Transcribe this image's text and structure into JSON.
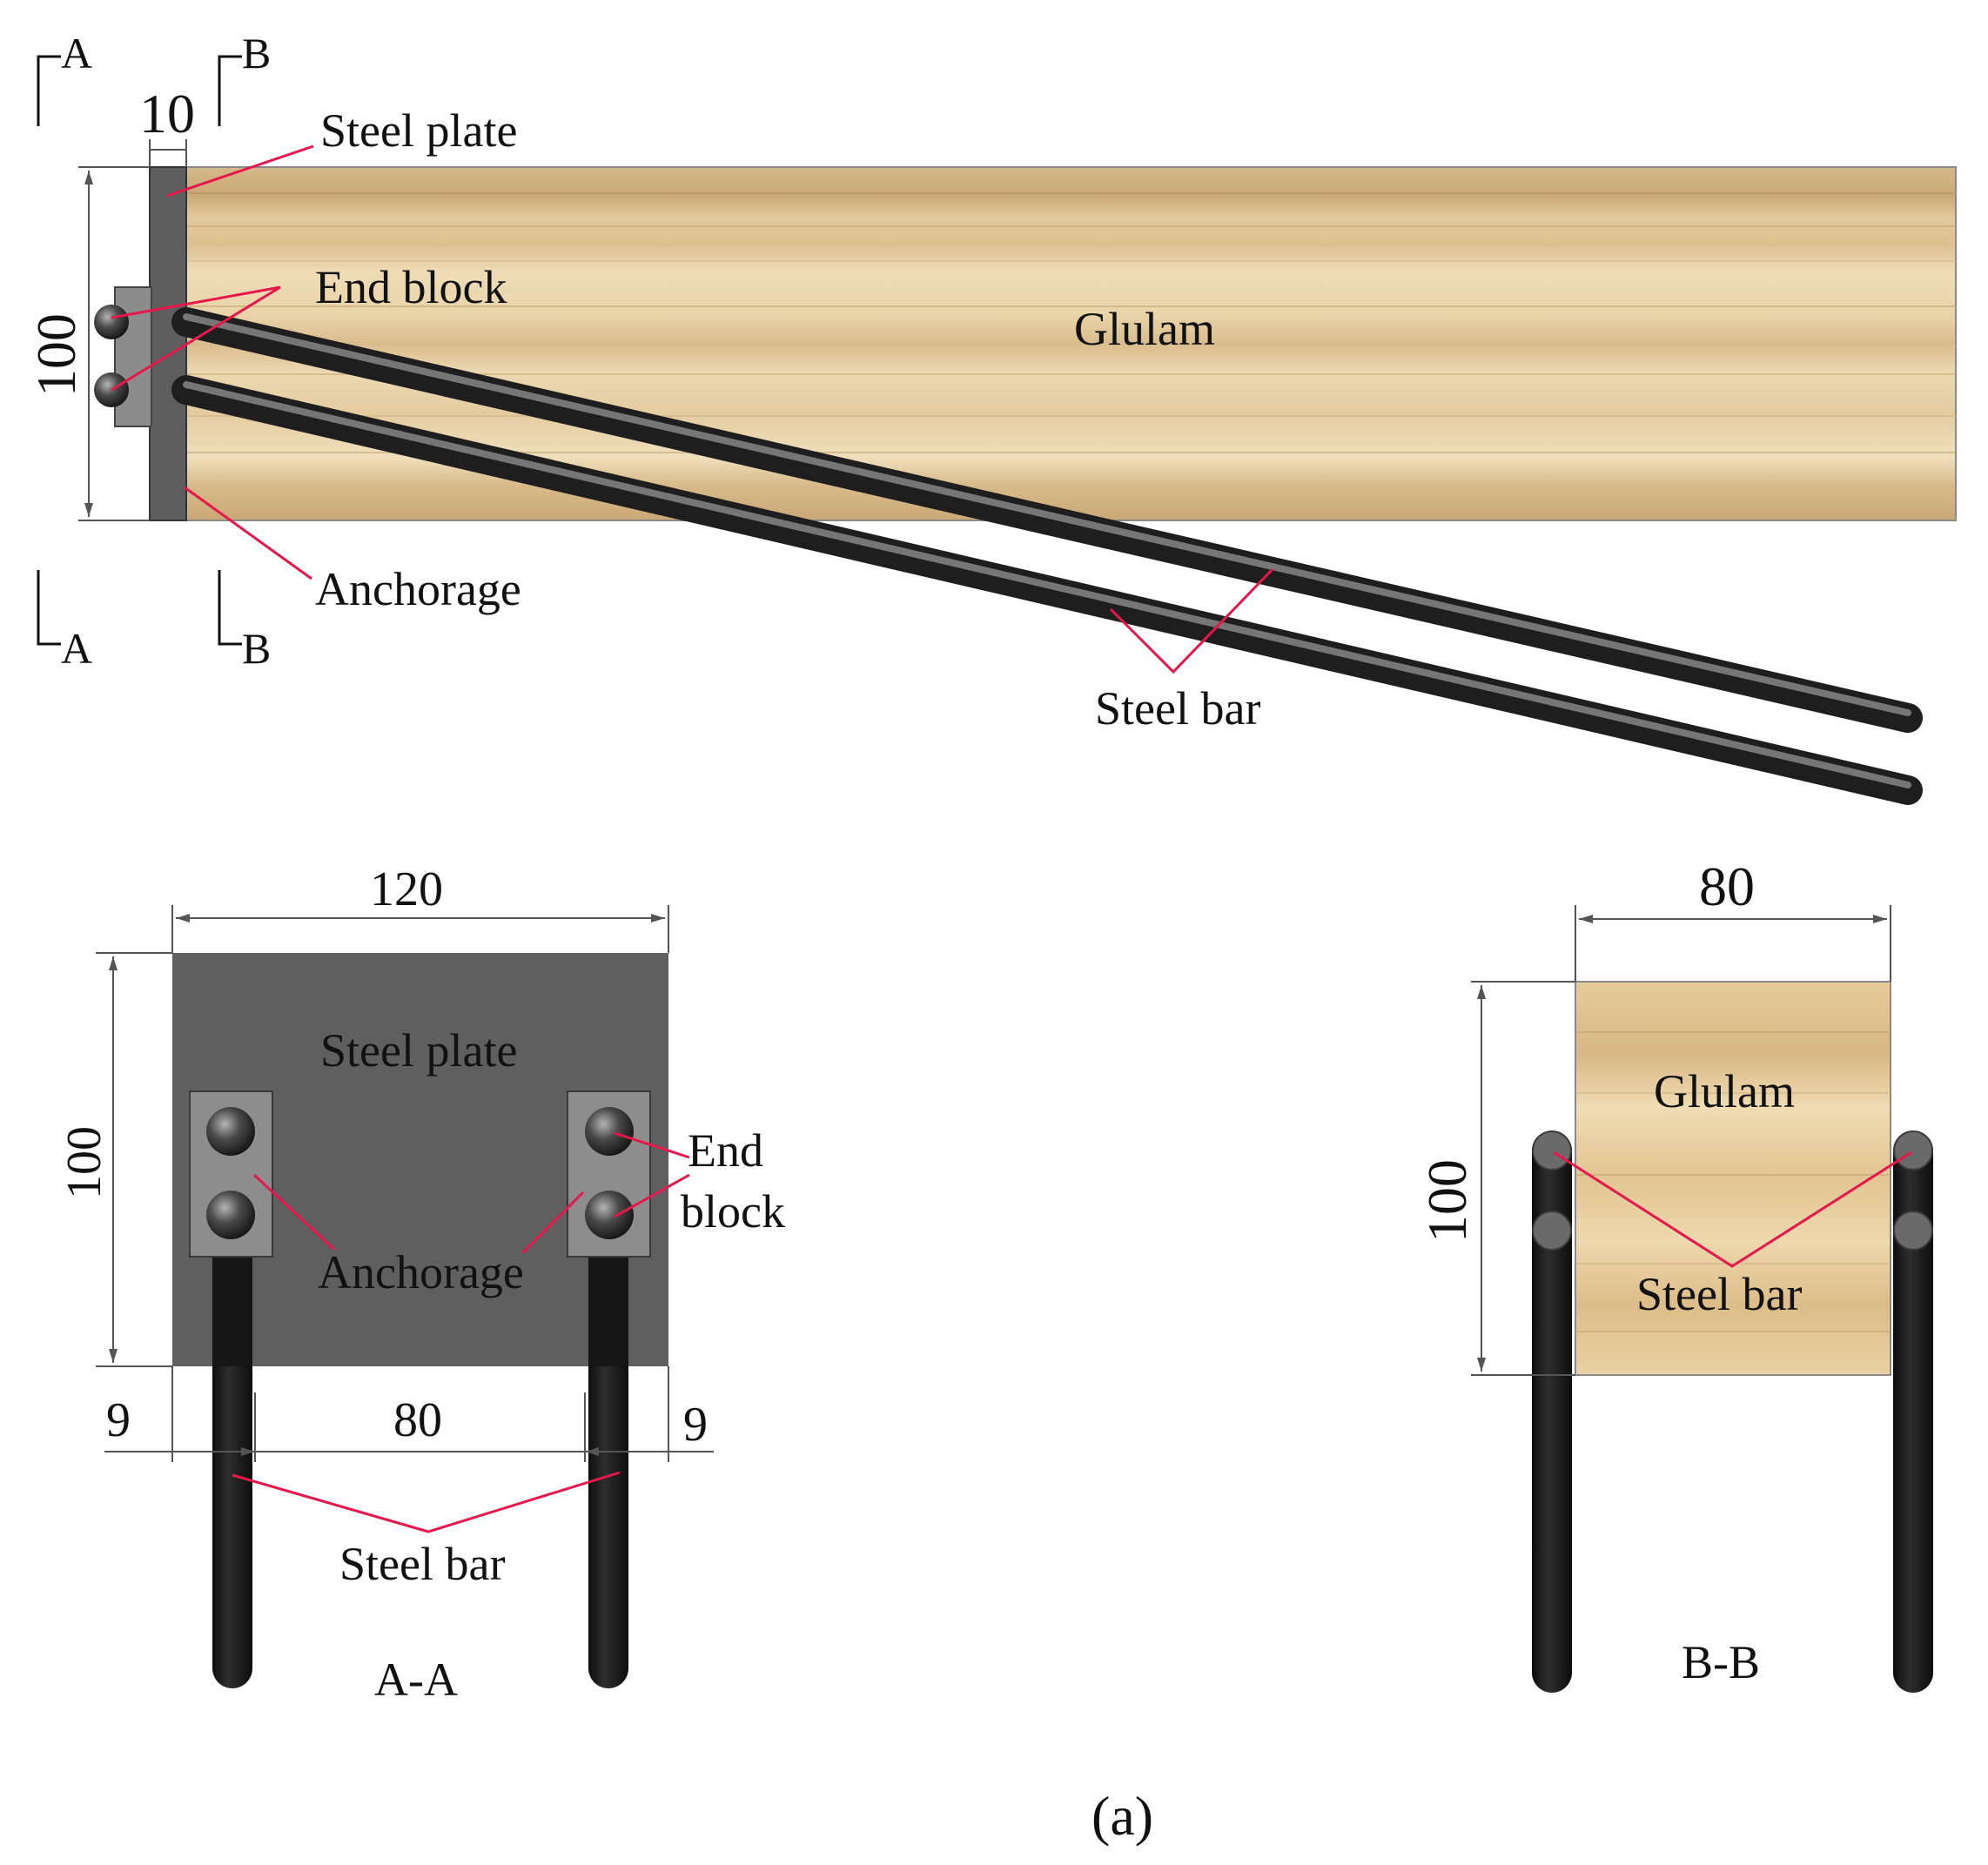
{
  "colors": {
    "steel_plate": "#5e5e5e",
    "steel_bar": "#3a3a3a",
    "glulam_light": "#e9d3a8",
    "glulam_dark": "#c9a874",
    "leader_line": "#e8174b",
    "dimension_line": "#555555"
  },
  "elevation": {
    "labels": {
      "steel_plate": "Steel plate",
      "end_block": "End block",
      "glulam": "Glulam",
      "anchorage": "Anchorage",
      "steel_bar": "Steel bar"
    },
    "dimensions": {
      "plate_thickness": "10",
      "height": "100"
    },
    "section_marks": {
      "a": "A",
      "b": "B"
    }
  },
  "section_aa": {
    "title": "A-A",
    "labels": {
      "steel_plate": "Steel plate",
      "end_block_line1": "End",
      "end_block_line2": "block",
      "anchorage": "Anchorage",
      "steel_bar": "Steel bar"
    },
    "dimensions": {
      "width": "120",
      "height": "100",
      "edge_left": "9",
      "spacing": "80",
      "edge_right": "9"
    }
  },
  "section_bb": {
    "title": "B-B",
    "labels": {
      "glulam": "Glulam",
      "steel_bar": "Steel bar"
    },
    "dimensions": {
      "width": "80",
      "height": "100"
    }
  },
  "caption": "(a)"
}
